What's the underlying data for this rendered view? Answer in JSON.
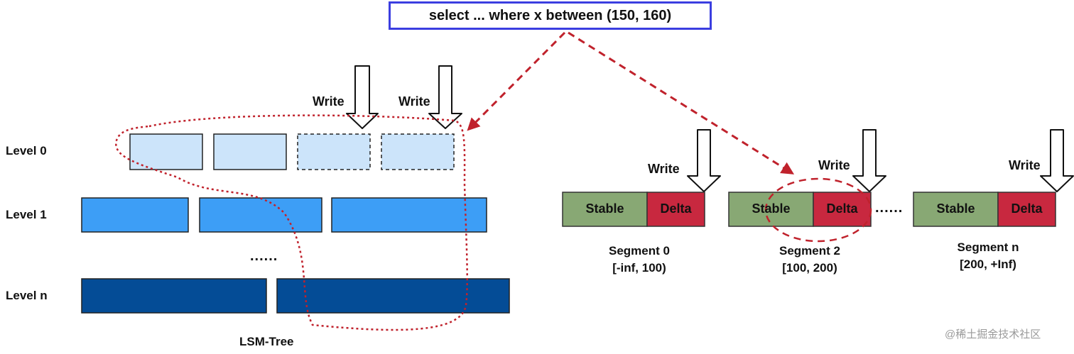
{
  "query": {
    "text": "select ... where x between (150, 160)"
  },
  "lsm_tree": {
    "label": "LSM-Tree",
    "ellipsis": "......",
    "levels": [
      {
        "label": "Level 0",
        "color": "#cce4fa"
      },
      {
        "label": "Level 1",
        "color": "#3d9ef6"
      },
      {
        "label": "Level n",
        "color": "#044c96"
      }
    ],
    "write_labels": [
      "Write",
      "Write"
    ]
  },
  "segments": {
    "stable_label": "Stable",
    "delta_label": "Delta",
    "stable_color": "#88a874",
    "delta_color": "#c8283f",
    "between_ellipsis": "......",
    "items": [
      {
        "name": "Segment 0",
        "range": "[-inf, 100)",
        "write_label": "Write"
      },
      {
        "name": "Segment 2",
        "range": "[100, 200)",
        "write_label": "Write"
      },
      {
        "name": "Segment n",
        "range": "[200, +Inf)",
        "write_label": "Write"
      }
    ]
  },
  "colors": {
    "query_border": "#3b3ee0",
    "dashed_red": "#c0222c"
  },
  "watermark": "@稀土掘金技术社区"
}
